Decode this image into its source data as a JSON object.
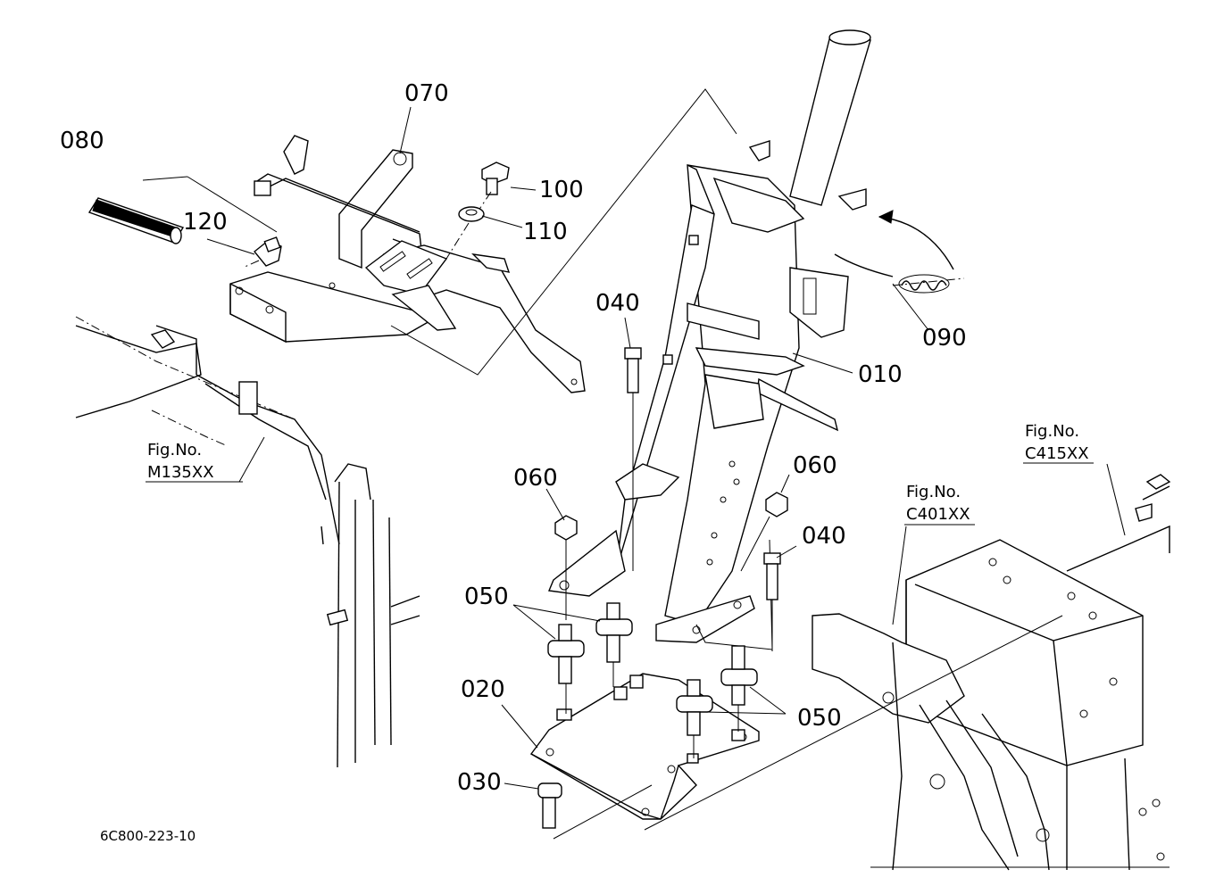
{
  "parts": {
    "p010": "010",
    "p020": "020",
    "p030": "030",
    "p040a": "040",
    "p040b": "040",
    "p050a": "050",
    "p050b": "050",
    "p060a": "060",
    "p060b": "060",
    "p070": "070",
    "p080": "080",
    "p090": "090",
    "p100": "100",
    "p110": "110",
    "p120": "120"
  },
  "figrefs": {
    "m135_title": "Fig.No.",
    "m135_code": "M135XX",
    "c401_title": "Fig.No.",
    "c401_code": "C401XX",
    "c415_title": "Fig.No.",
    "c415_code": "C415XX"
  },
  "drawing_code": "6C800-223-10"
}
